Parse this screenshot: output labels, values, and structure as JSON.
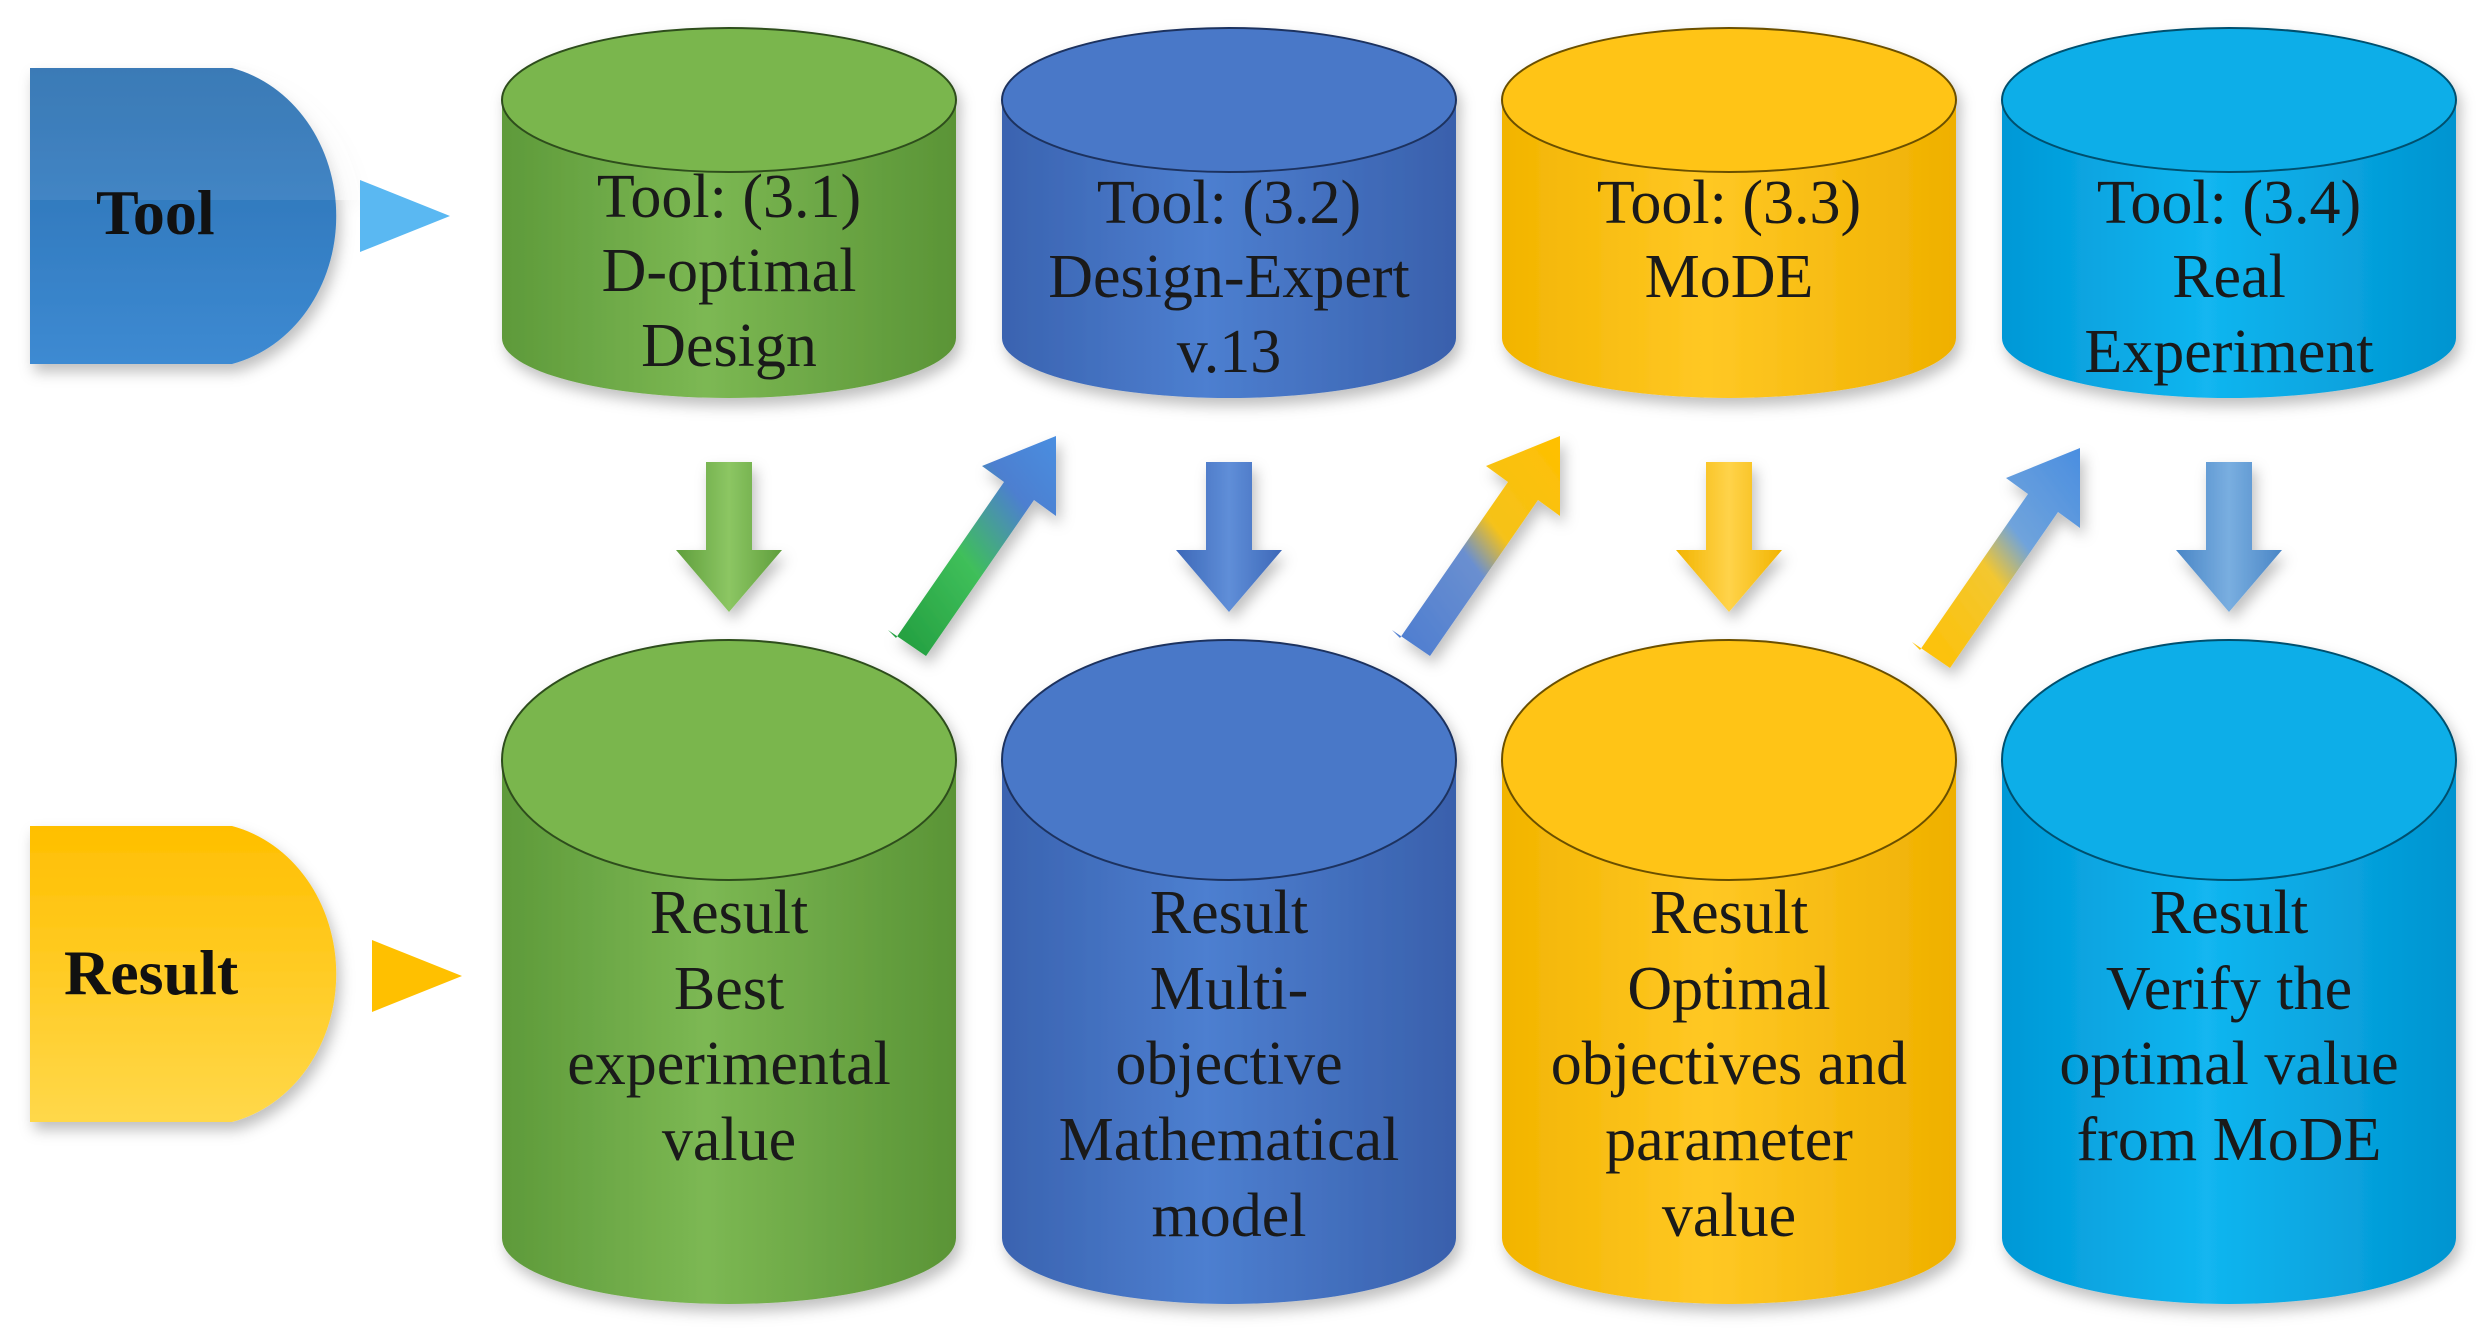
{
  "side_labels": {
    "tool": "Tool",
    "result": "Result"
  },
  "colors": {
    "green": "#70ad47",
    "blue": "#4472c4",
    "yellow": "#ffc000",
    "cyan": "#00a8e8",
    "tool_badge": "#2e75b6",
    "result_badge": "#ffc000"
  },
  "steps": [
    {
      "tool_lines": [
        "Tool: (3.1)",
        "D-optimal",
        "Design"
      ],
      "result_lines": [
        "Result",
        "Best",
        "experimental",
        "value"
      ],
      "color": "#70ad47",
      "arrow_color": "#70ad47"
    },
    {
      "tool_lines": [
        "Tool: (3.2)",
        "Design-Expert",
        "v.13"
      ],
      "result_lines": [
        "Result",
        "Multi-",
        "objective",
        "Mathematical",
        "model"
      ],
      "color": "#4472c4",
      "arrow_color": "#4472c4"
    },
    {
      "tool_lines": [
        "Tool: (3.3)",
        "MoDE"
      ],
      "result_lines": [
        "Result",
        "Optimal",
        "objectives and",
        "parameter",
        "value"
      ],
      "color": "#ffc000",
      "arrow_color": "#ffc000"
    },
    {
      "tool_lines": [
        "Tool: (3.4)",
        "Real",
        "Experiment"
      ],
      "result_lines": [
        "Result",
        "Verify the",
        "optimal value",
        "from MoDE"
      ],
      "color": "#00a8e8",
      "arrow_color": "#5b9bd5"
    }
  ],
  "connectors": [
    {
      "from": "green",
      "to": "blue"
    },
    {
      "from": "blue",
      "to": "yellow"
    },
    {
      "from": "yellow",
      "to": "blue"
    }
  ],
  "icons": [
    "tool-badge-icon",
    "result-badge-icon",
    "down-arrow-icon",
    "diagonal-arrow-icon",
    "pointer-triangle-icon"
  ]
}
